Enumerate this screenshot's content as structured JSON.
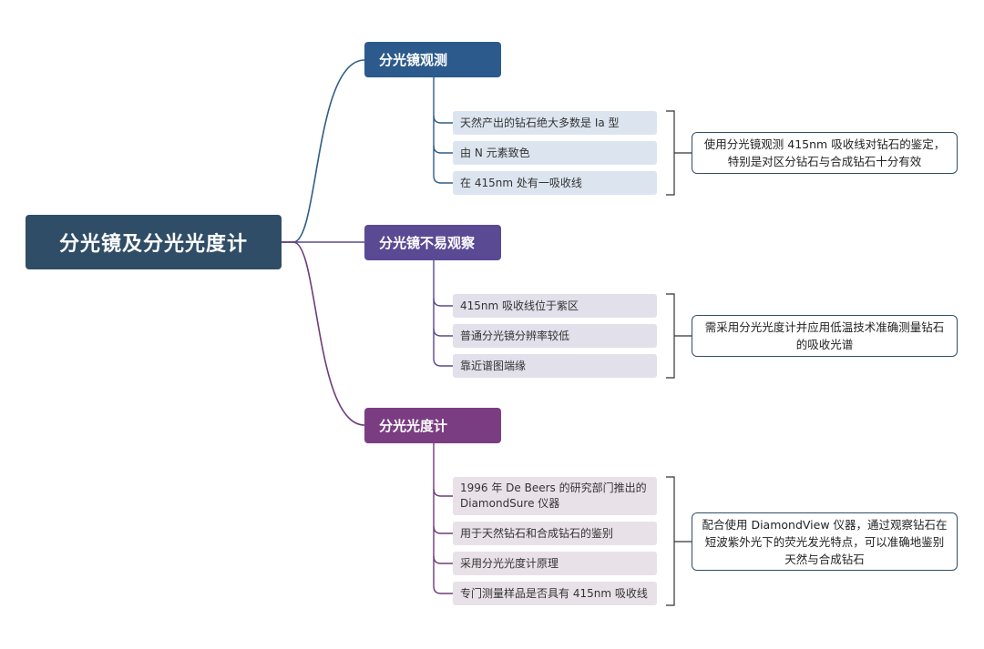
{
  "root": {
    "label": "分光镜及分光光度计"
  },
  "colors": {
    "root": "#2f4d66",
    "branch1": "#2c5a8c",
    "branch2": "#5a4a94",
    "branch3": "#7a3d82",
    "leaf1": "#dce5ef",
    "leaf2": "#e2e0ea",
    "leaf3": "#e9e1e8",
    "link1": "#2f5d86",
    "link2": "#5a4a8c",
    "link3": "#6e3c7a"
  },
  "branches": [
    {
      "label": "分光镜观测",
      "leaves": [
        "天然产出的钻石绝大多数是 Ia 型",
        "由 N 元素致色",
        "在 415nm 处有一吸收线"
      ],
      "summary": "使用分光镜观测 415nm 吸收线对钻石的鉴定，特别是对区分钻石与合成钻石十分有效"
    },
    {
      "label": "分光镜不易观察",
      "leaves": [
        "415nm 吸收线位于紫区",
        "普通分光镜分辨率较低",
        "靠近谱图端缘"
      ],
      "summary": "需采用分光光度计并应用低温技术准确测量钻石的吸收光谱"
    },
    {
      "label": "分光光度计",
      "leaves": [
        "1996 年 De Beers 的研究部门推出的 DiamondSure 仪器",
        "用于天然钻石和合成钻石的鉴别",
        "采用分光光度计原理",
        "专门测量样品是否具有 415nm 吸收线"
      ],
      "summary": "配合使用 DiamondView 仪器，通过观察钻石在短波紫外光下的荧光发光特点，可以准确地鉴别天然与合成钻石"
    }
  ]
}
